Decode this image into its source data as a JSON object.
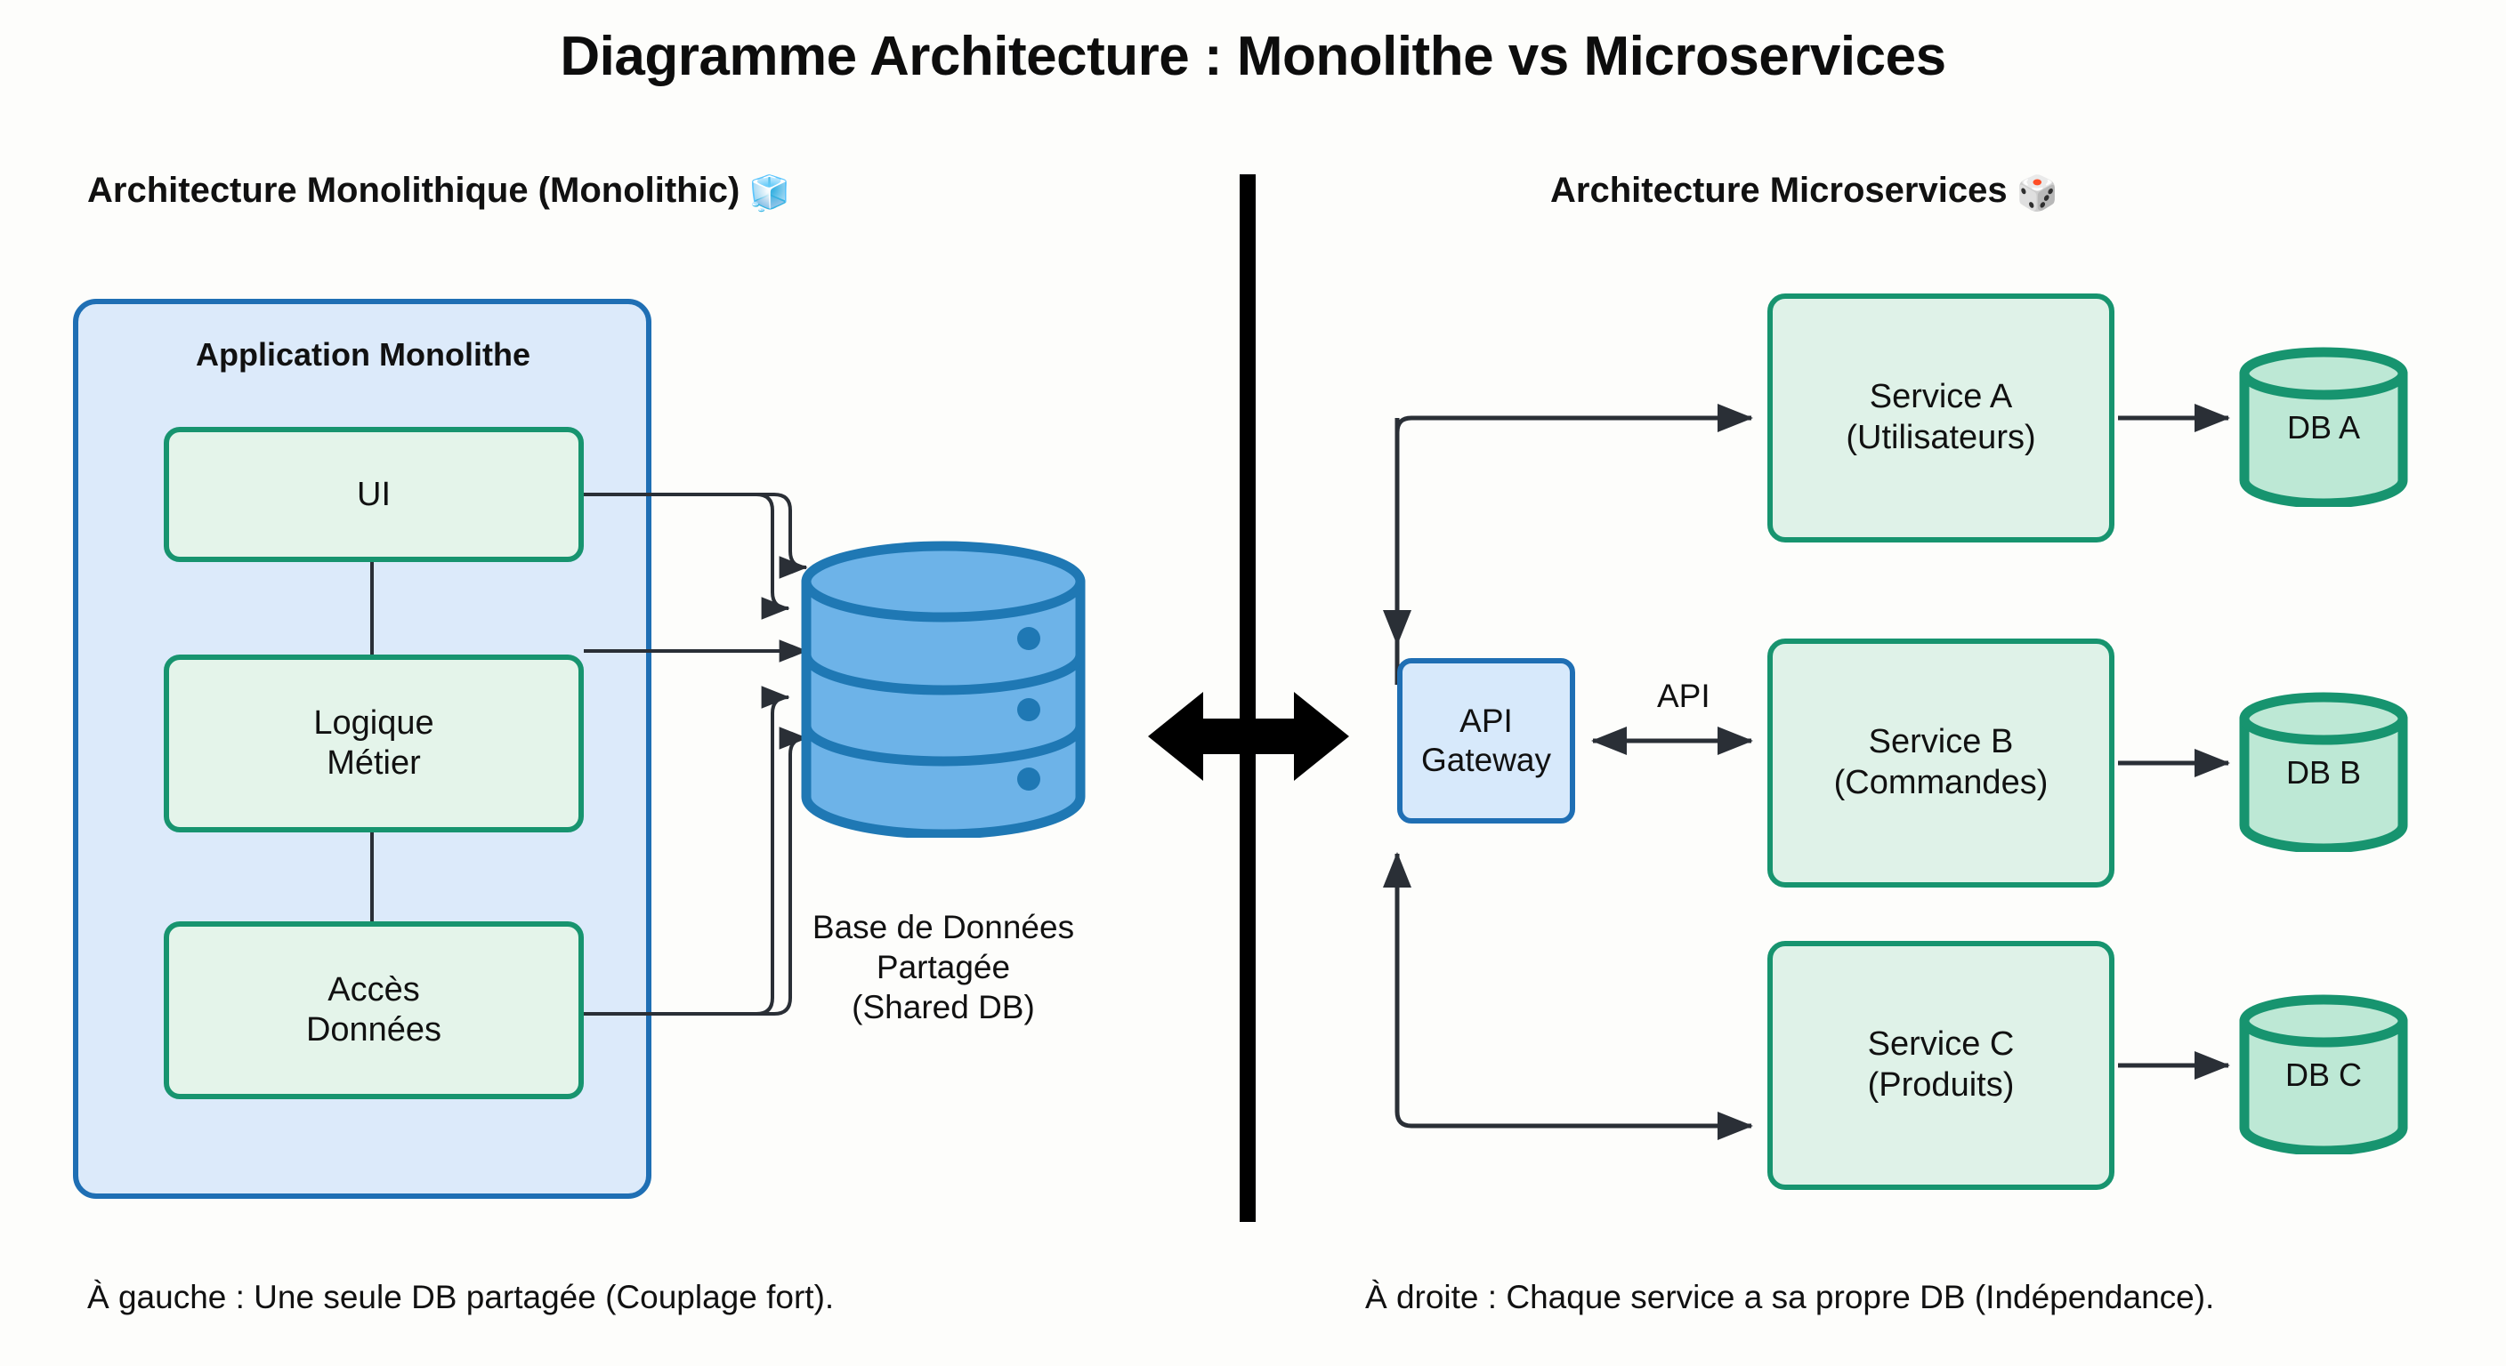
{
  "title": "Diagramme Architecture : Monolithe vs Microservices",
  "panels": {
    "left": {
      "heading": "Architecture Monolithique (Monolithic)",
      "heading_emoji": "🧊",
      "heading_emoji_name": "ice-cube-emoji",
      "container_title": "Application Monolithe",
      "nodes": [
        {
          "id": "ui",
          "label": "UI"
        },
        {
          "id": "logic",
          "label": "Logique\nMétier",
          "line1": "Logique",
          "line2": "Métier"
        },
        {
          "id": "data",
          "label": "Accès\nDonnées",
          "line1": "Accès",
          "line2": "Données"
        }
      ],
      "database": {
        "label_line1": "Base de Données",
        "label_line2": "Partagée",
        "label_line3": "(Shared DB)",
        "shape": "cylinder-3-bands",
        "fill": "#6db3e8",
        "stroke": "#1f78b4"
      },
      "footnote": "À gauche : Une seule DB partagée (Couplage fort)."
    },
    "right": {
      "heading": "Architecture Microservices",
      "heading_emoji": "🎲",
      "heading_emoji_name": "dice-emoji",
      "gateway": {
        "line1": "API",
        "line2": "Gateway"
      },
      "edge_label": "API",
      "services": [
        {
          "id": "a",
          "line1": "Service A",
          "line2": "(Utilisateurs)",
          "db": "DB A"
        },
        {
          "id": "b",
          "line1": "Service B",
          "line2": "(Commandes)",
          "db": "DB B"
        },
        {
          "id": "c",
          "line1": "Service C",
          "line2": "(Produits)",
          "db": "DB C"
        }
      ],
      "footnote": "À droite : Chaque service a sa propre DB (Indépendance)."
    }
  },
  "colors": {
    "background": "#fdfdfb",
    "divider": "#000000",
    "monolith_fill": "#dceafa",
    "monolith_stroke": "#1f6fb4",
    "node_fill": "#e4f4ea",
    "node_stroke": "#17946f",
    "service_fill": "#dff2e8",
    "service_stroke": "#17946f",
    "gateway_fill": "#d7e9fb",
    "gateway_stroke": "#1f6fb4",
    "shared_db_fill": "#6db3e8",
    "shared_db_stroke": "#1f78b4",
    "service_db_fill": "#bde8d5",
    "service_db_stroke": "#17946f",
    "arrow": "#2a2f36"
  }
}
